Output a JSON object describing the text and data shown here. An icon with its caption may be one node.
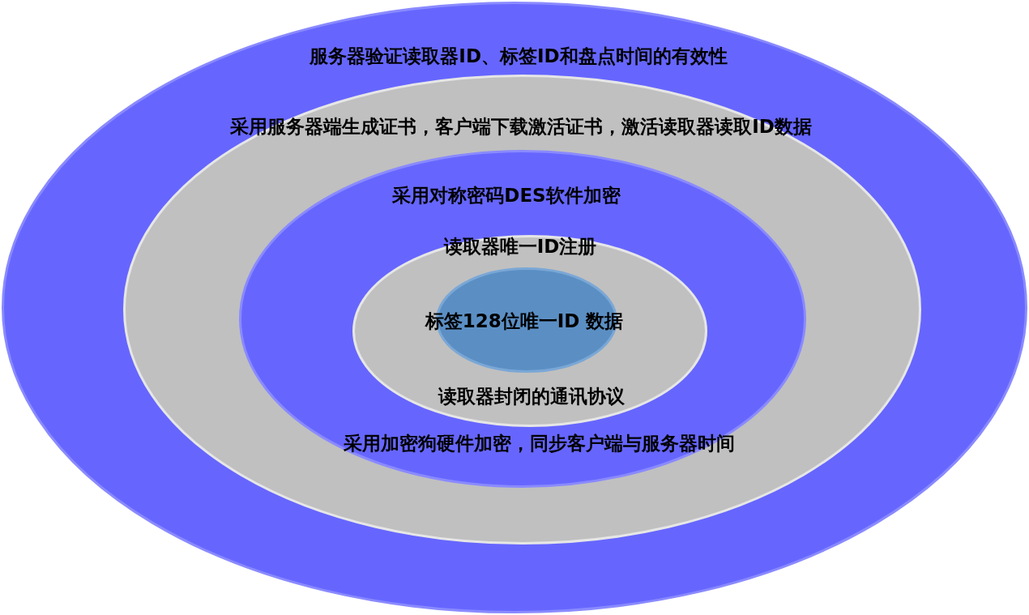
{
  "diagram": {
    "nodes": [
      {
        "text": [
          "服务器验证读取器ID、标签ID和盘点时间的有效性"
        ]
      },
      {
        "text": [
          "采用服务器端生成证书，客户端下载激活证书，激活读取器读取ID数据"
        ],
        "in": 0
      },
      {
        "text": [
          "采用对称密码DES软件加密",
          "采用加密狗硬件加密，同步客户端与服务器时间"
        ],
        "in": 1
      },
      {
        "text": [
          "读取器唯一ID注册",
          "读取器封闭的通讯协议"
        ],
        "in": 2
      },
      {
        "text": [
          "标签128位唯一ID 数据"
        ],
        "in": 3
      }
    ]
  }
}
